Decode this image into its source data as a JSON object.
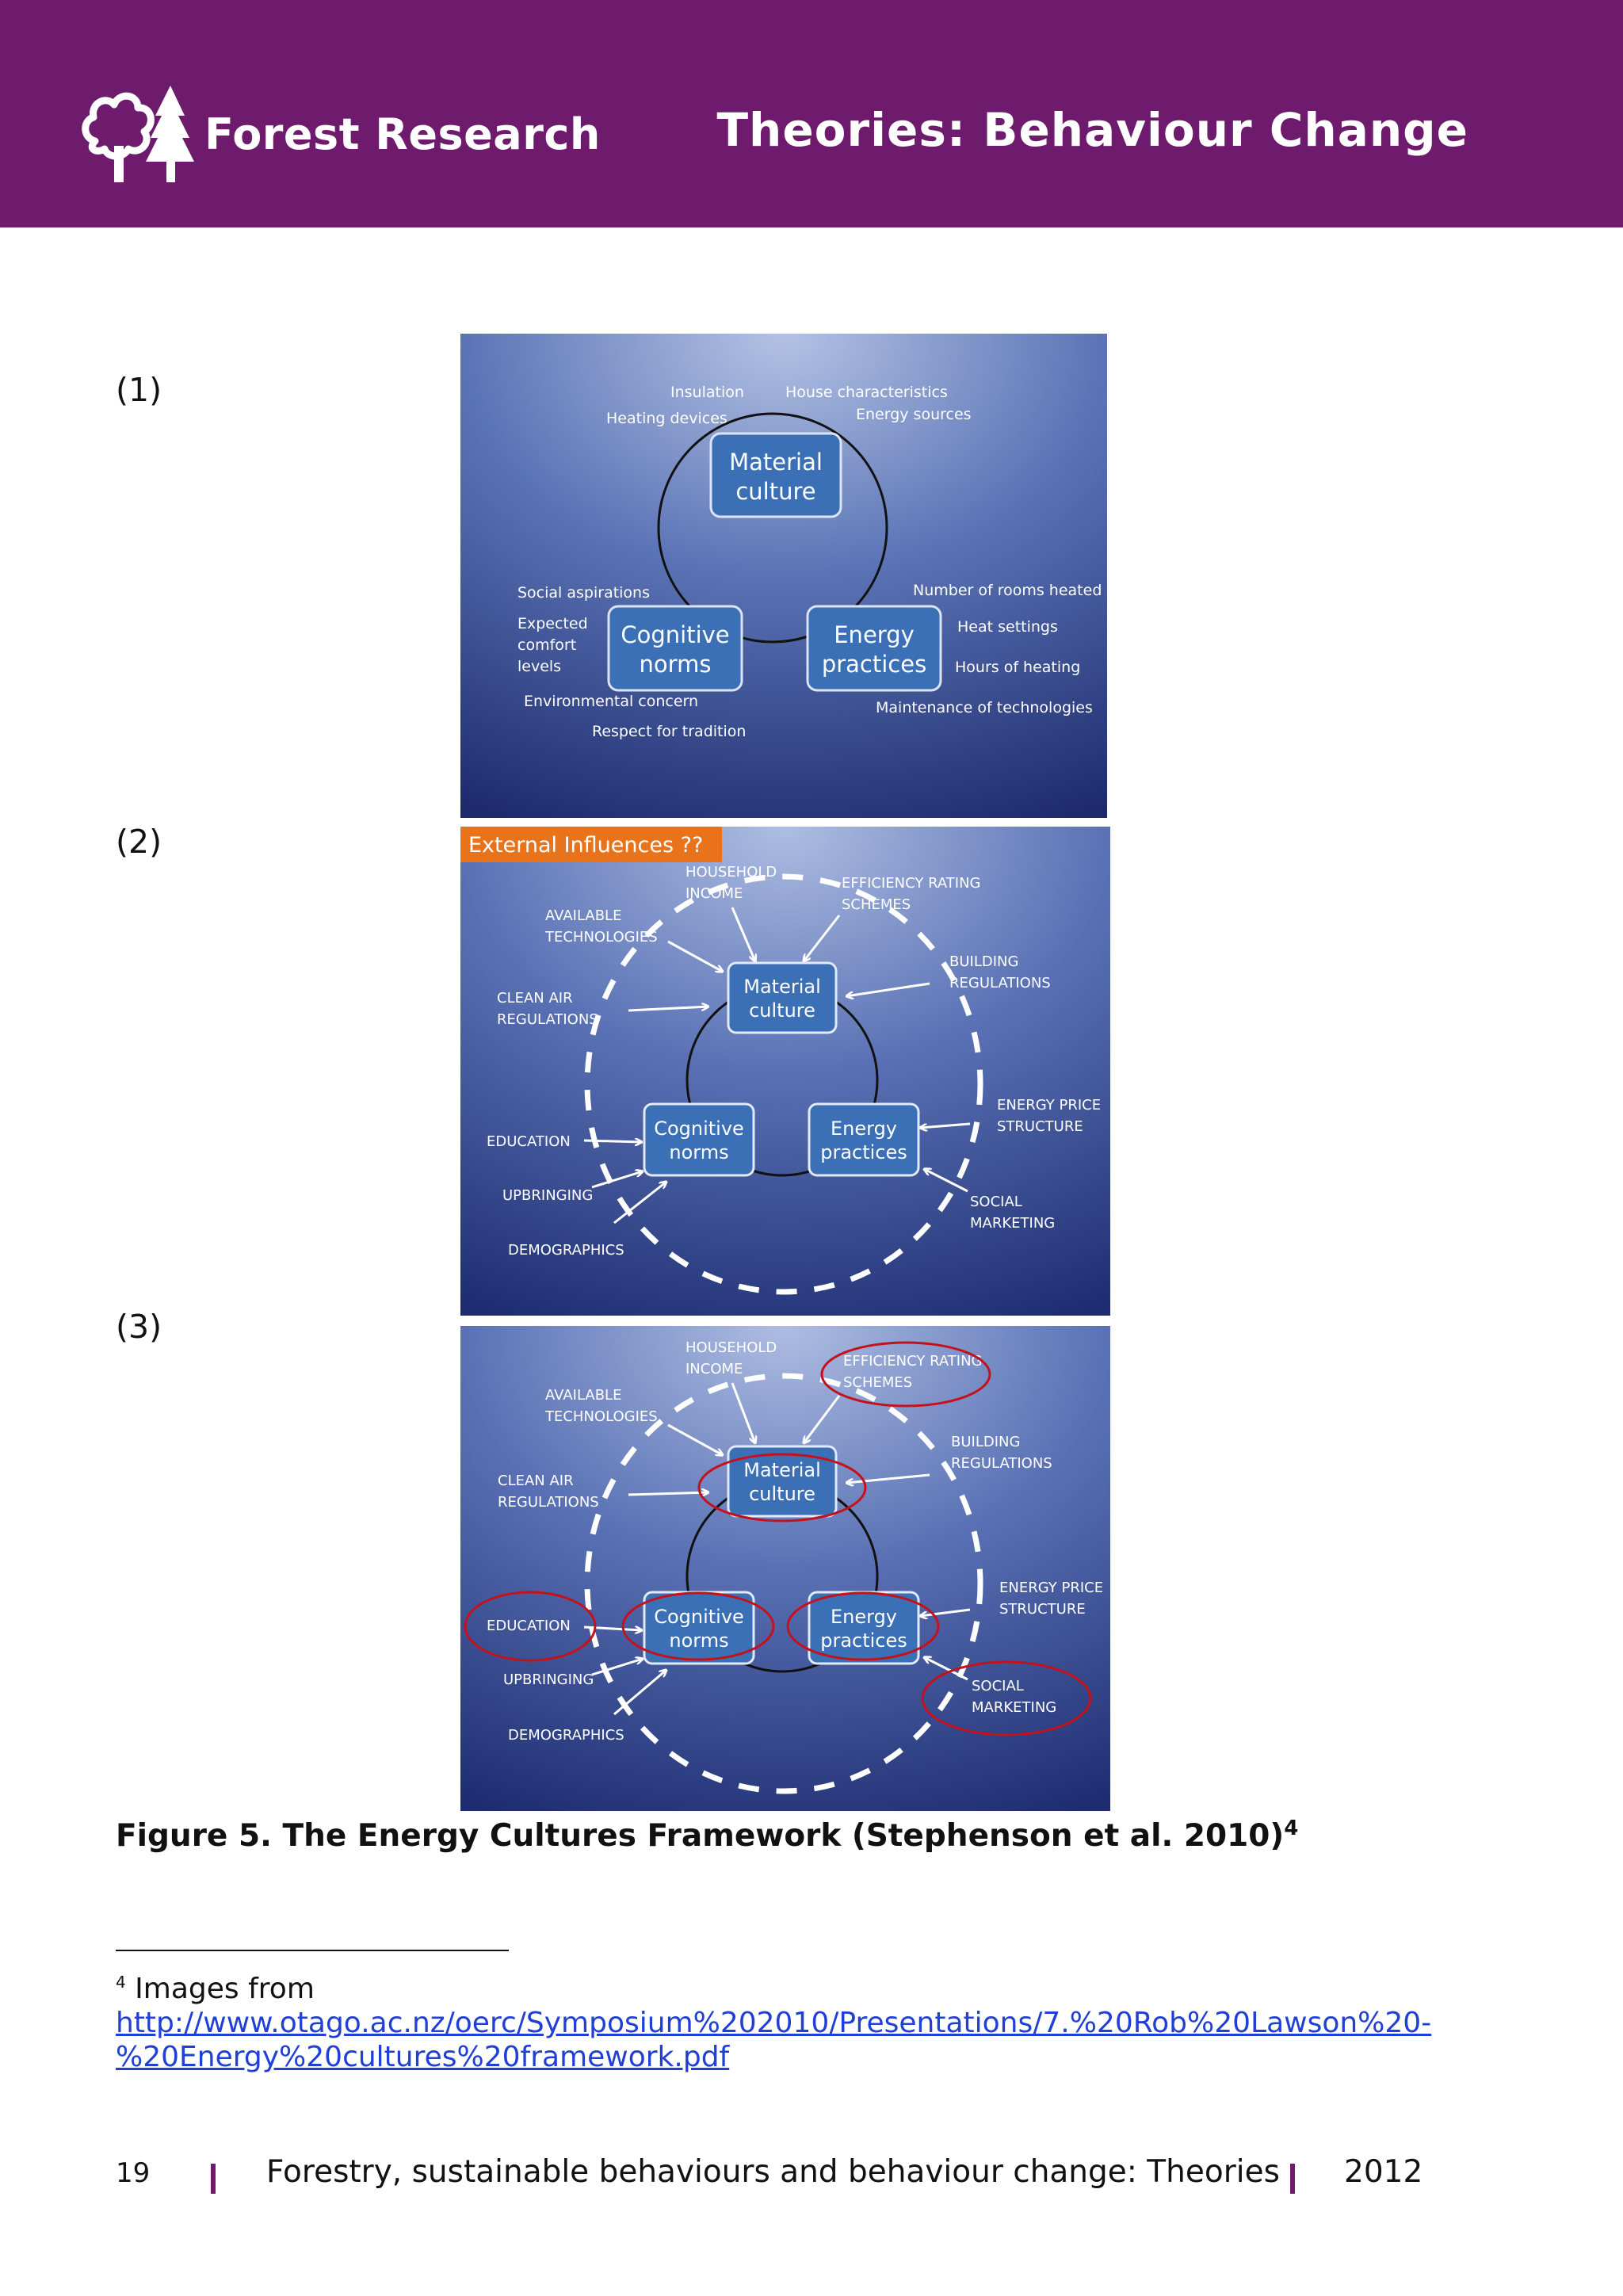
{
  "header": {
    "logo_text": "Forest Research",
    "title": "Theories: Behaviour Change"
  },
  "figures": [
    {
      "label": "(1)",
      "nodes": {
        "material": [
          "Material",
          "culture"
        ],
        "cognitive": [
          "Cognitive",
          "norms"
        ],
        "energy": [
          "Energy",
          "practices"
        ]
      },
      "annotations": {
        "insulation": "Insulation",
        "house_characteristics": "House characteristics",
        "heating_devices": "Heating devices",
        "energy_sources": "Energy sources",
        "social_aspirations": "Social aspirations",
        "expected_comfort_levels": [
          "Expected",
          "comfort",
          "levels"
        ],
        "environmental_concern": "Environmental concern",
        "respect_for_tradition": "Respect for tradition",
        "rooms_heated": "Number of rooms heated",
        "heat_settings": "Heat settings",
        "hours_of_heating": "Hours of heating",
        "maintenance": "Maintenance of technologies"
      }
    },
    {
      "label": "(2)",
      "banner": "External Influences ??",
      "nodes": {
        "material": [
          "Material",
          "culture"
        ],
        "cognitive": [
          "Cognitive",
          "norms"
        ],
        "energy": [
          "Energy",
          "practices"
        ]
      },
      "influences": {
        "household_income": [
          "HOUSEHOLD",
          "INCOME"
        ],
        "efficiency_rating": [
          "EFFICIENCY RATING",
          "SCHEMES"
        ],
        "available_technologies": [
          "AVAILABLE",
          "TECHNOLOGIES"
        ],
        "building_regulations": [
          "BUILDING",
          "REGULATIONS"
        ],
        "clean_air": [
          "CLEAN AIR",
          "REGULATIONS"
        ],
        "energy_price": [
          "ENERGY PRICE",
          "STRUCTURE"
        ],
        "education": "EDUCATION",
        "upbringing": "UPBRINGING",
        "demographics": "DEMOGRAPHICS",
        "social_marketing": [
          "SOCIAL",
          "MARKETING"
        ]
      }
    },
    {
      "label": "(3)",
      "nodes": {
        "material": [
          "Material",
          "culture"
        ],
        "cognitive": [
          "Cognitive",
          "norms"
        ],
        "energy": [
          "Energy",
          "practices"
        ]
      },
      "influences": {
        "household_income": [
          "HOUSEHOLD",
          "INCOME"
        ],
        "efficiency_rating": [
          "EFFICIENCY RATING",
          "SCHEMES"
        ],
        "available_technologies": [
          "AVAILABLE",
          "TECHNOLOGIES"
        ],
        "building_regulations": [
          "BUILDING",
          "REGULATIONS"
        ],
        "clean_air": [
          "CLEAN AIR",
          "REGULATIONS"
        ],
        "energy_price": [
          "ENERGY PRICE",
          "STRUCTURE"
        ],
        "education": "EDUCATION",
        "upbringing": "UPBRINGING",
        "demographics": "DEMOGRAPHICS",
        "social_marketing": [
          "SOCIAL",
          "MARKETING"
        ]
      }
    }
  ],
  "caption": {
    "text": "Figure 5. The Energy Cultures Framework (Stephenson et al. 2010)",
    "sup": "4"
  },
  "footnote": {
    "marker": "4",
    "text": " Images from",
    "url_line1": "http://www.otago.ac.nz/oerc/Symposium%202010/Presentations/7.%20Rob%20Lawson%20-",
    "url_line2": "%20Energy%20cultures%20framework.pdf"
  },
  "footer": {
    "page_number": "19",
    "title": "Forestry, sustainable behaviours and behaviour change: Theories",
    "year": "2012"
  },
  "colors": {
    "header_purple": "#6f1b6d",
    "panel_blue_light": "#aab8dc",
    "panel_blue_dark": "#1e2e74",
    "node_fill": "#3b6fb6",
    "banner_orange": "#e8731a",
    "circle_red": "#c4121c",
    "link_blue": "#1f3fd6"
  }
}
